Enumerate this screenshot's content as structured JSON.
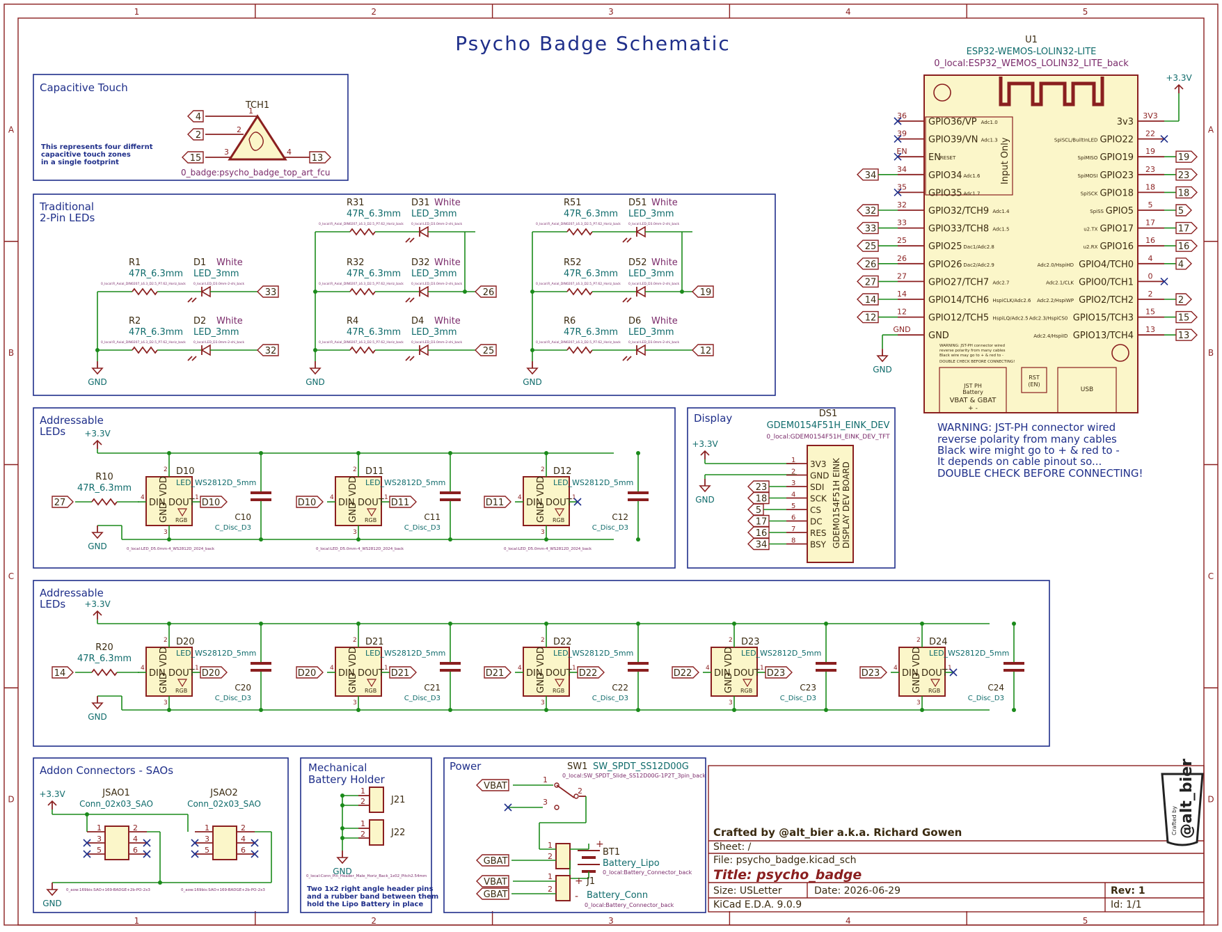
{
  "title": "Psycho Badge Schematic",
  "grid": {
    "cols": [
      "1",
      "2",
      "3",
      "4",
      "5"
    ],
    "rows": [
      "A",
      "B",
      "C",
      "D"
    ]
  },
  "colors": {
    "border": "#8a1f1f",
    "wire": "#1a8a1a",
    "section": "#1f2f8a",
    "ref": "#0f6b6b",
    "body": "#fbf6c9"
  },
  "touch": {
    "title": "Capacitive Touch",
    "ref": "TCH1",
    "note": [
      "This represents four differnt",
      "capacitive touch zones",
      "in a single footprint"
    ],
    "footprint": "0_badge:psycho_badge_top_art_fcu",
    "pins": [
      "1",
      "2",
      "3",
      "4"
    ],
    "nets": [
      "4",
      "2",
      "15",
      "13"
    ]
  },
  "leds2": {
    "title1": "Traditional",
    "title2": "2-Pin LEDs",
    "resistor_value": "47R_6.3mm",
    "led_value": "LED_3mm",
    "color": "White",
    "res_fp": "0_local:R_Axial_DIN0207_L6.3_D2.5_P7.62_Horiz_back",
    "led_fp": "0_local:LED_D3.0mm-2-shi_back",
    "gnd": "GND",
    "rows": [
      {
        "r": "R1",
        "d": "D1",
        "net": "33"
      },
      {
        "r": "R2",
        "d": "D2",
        "net": "32"
      },
      {
        "r": "R31",
        "d": "D31",
        "net": ""
      },
      {
        "r": "R32",
        "d": "D32",
        "net": "26"
      },
      {
        "r": "R4",
        "d": "D4",
        "net": "25"
      },
      {
        "r": "R51",
        "d": "D51",
        "net": ""
      },
      {
        "r": "R52",
        "d": "D52",
        "net": "19"
      },
      {
        "r": "R6",
        "d": "D6",
        "net": "12"
      }
    ]
  },
  "addr1": {
    "title1": "Addressable",
    "title2": "LEDs",
    "vcc": "+3.3V",
    "gnd": "GND",
    "res": {
      "ref": "R10",
      "value": "47R_6.3mm"
    },
    "in_net": "27",
    "leds": [
      {
        "ref": "D10",
        "out": "D10",
        "in": ""
      },
      {
        "ref": "D11",
        "out": "D11",
        "in": "D10"
      },
      {
        "ref": "D12",
        "out": "",
        "in": "D11"
      }
    ],
    "caps": [
      {
        "ref": "C10"
      },
      {
        "ref": "C11"
      },
      {
        "ref": "C12"
      }
    ],
    "led_value": "LED_WS2812D_5mm",
    "cap_value": "C_Disc_D3",
    "led_fp": "0_local:LED_D5.0mm-4_WS2812D_2024_back"
  },
  "addr2": {
    "title1": "Addressable",
    "title2": "LEDs",
    "vcc": "+3.3V",
    "gnd": "GND",
    "res": {
      "ref": "R20",
      "value": "47R_6.3mm"
    },
    "in_net": "14",
    "leds": [
      {
        "ref": "D20",
        "out": "D20",
        "in": ""
      },
      {
        "ref": "D21",
        "out": "D21",
        "in": "D20"
      },
      {
        "ref": "D22",
        "out": "D22",
        "in": "D21"
      },
      {
        "ref": "D23",
        "out": "D23",
        "in": "D22"
      },
      {
        "ref": "D24",
        "out": "",
        "in": "D23"
      }
    ],
    "caps": [
      {
        "ref": "C20"
      },
      {
        "ref": "C21"
      },
      {
        "ref": "C22"
      },
      {
        "ref": "C23"
      },
      {
        "ref": "C24"
      }
    ],
    "led_value": "LED_WS2812D_5mm",
    "cap_value": "C_Disc_D3"
  },
  "led_pins": {
    "din": "DIN",
    "dout": "DOUT",
    "vdd": "VDD",
    "gnd": "GND",
    "rgb": "RGB"
  },
  "display": {
    "title": "Display",
    "ref": "DS1",
    "value": "GDEM0154F51H_EINK_DEV",
    "fp": "0_local:GDEM0154F51H_EINK_DEV_TFT",
    "body1": "GDEM0154F51H EINK",
    "body2": "DISPLAY DEV BOARD",
    "vcc": "+3.3V",
    "gnd": "GND",
    "pins": [
      {
        "n": "1",
        "name": "3V3",
        "net": ""
      },
      {
        "n": "2",
        "name": "GND",
        "net": ""
      },
      {
        "n": "3",
        "name": "SDI",
        "net": "23"
      },
      {
        "n": "4",
        "name": "SCK",
        "net": "18"
      },
      {
        "n": "5",
        "name": "CS",
        "net": "5"
      },
      {
        "n": "6",
        "name": "DC",
        "net": "17"
      },
      {
        "n": "7",
        "name": "RES",
        "net": "16"
      },
      {
        "n": "8",
        "name": "BSY",
        "net": "34"
      }
    ]
  },
  "mcu": {
    "ref": "U1",
    "value": "ESP32-WEMOS-LOLIN32-LITE",
    "fp": "0_local:ESP32_WEMOS_LOLIN32_LITE_back",
    "vcc": "+3.3V",
    "input_only": "Input Only",
    "left": [
      {
        "pin": "36",
        "name": "GPIO36/VP",
        "alt": "Adc1.0",
        "net": ""
      },
      {
        "pin": "39",
        "name": "GPIO39/VN",
        "alt": "Adc1.3",
        "net": ""
      },
      {
        "pin": "EN",
        "name": "EN",
        "alt": "RESET",
        "net": ""
      },
      {
        "pin": "34",
        "name": "GPIO34",
        "alt": "Adc1.6",
        "net": "34"
      },
      {
        "pin": "35",
        "name": "GPIO35",
        "alt": "Adc1.7",
        "net": ""
      },
      {
        "pin": "32",
        "name": "GPIO32/TCH9",
        "alt": "Adc1.4",
        "net": "32"
      },
      {
        "pin": "33",
        "name": "GPIO33/TCH8",
        "alt": "Adc1.5",
        "net": "33"
      },
      {
        "pin": "25",
        "name": "GPIO25",
        "alt": "Dac1/Adc2.8",
        "net": "25"
      },
      {
        "pin": "26",
        "name": "GPIO26",
        "alt": "Dac2/Adc2.9",
        "net": "26"
      },
      {
        "pin": "27",
        "name": "GPIO27/TCH7",
        "alt": "Adc2.7",
        "net": "27"
      },
      {
        "pin": "14",
        "name": "GPIO14/TCH6",
        "alt": "HspiCLK/Adc2.6",
        "net": "14"
      },
      {
        "pin": "12",
        "name": "GPIO12/TCH5",
        "alt": "HspiLQ/Adc2.5",
        "net": "12"
      },
      {
        "pin": "GND",
        "name": "GND",
        "alt": "",
        "net": ""
      }
    ],
    "right": [
      {
        "pin": "3V3",
        "name": "3v3",
        "alt": "",
        "net": ""
      },
      {
        "pin": "22",
        "name": "GPIO22",
        "alt": "SpiSCL/BuiltInLED",
        "net": ""
      },
      {
        "pin": "19",
        "name": "GPIO19",
        "alt": "SpiMISO",
        "net": "19"
      },
      {
        "pin": "23",
        "name": "GPIO23",
        "alt": "SpiMOSI",
        "net": "23"
      },
      {
        "pin": "18",
        "name": "GPIO18",
        "alt": "SpiSCK",
        "net": "18"
      },
      {
        "pin": "5",
        "name": "GPIO5",
        "alt": "SpiSS",
        "net": "5"
      },
      {
        "pin": "17",
        "name": "GPIO17",
        "alt": "u2.TX",
        "net": "17"
      },
      {
        "pin": "16",
        "name": "GPIO16",
        "alt": "u2.RX",
        "net": "16"
      },
      {
        "pin": "4",
        "name": "GPIO4/TCH0",
        "alt": "Adc2.0/HspiHD",
        "net": "4"
      },
      {
        "pin": "0",
        "name": "GPIO0/TCH1",
        "alt": "Adc2.1/CLK",
        "net": ""
      },
      {
        "pin": "2",
        "name": "GPIO2/TCH2",
        "alt": "Adc2.2/HspiWP",
        "net": "2"
      },
      {
        "pin": "15",
        "name": "GPIO15/TCH3",
        "alt": "Adc2.3/HspiCS0",
        "net": "15"
      },
      {
        "pin": "13",
        "name": "GPIO13/TCH4",
        "alt": "Adc2.4/HspiID",
        "net": "13"
      }
    ],
    "gnd": "GND",
    "warn_small": [
      "WARNING: JST-PH connector wired",
      "reverse polarity from many cables",
      "Black wire may go to + & red to -",
      "DOUBLE CHECK BEFORE CONNECTING!"
    ],
    "jst": [
      "JST PH",
      "Battery",
      "VBAT & GBAT",
      "+        -"
    ],
    "rst": [
      "RST",
      "(EN)"
    ],
    "usb": "USB"
  },
  "warning": [
    "WARNING: JST-PH connector wired",
    "reverse polarity from many cables",
    "Black wire might go to + & red to -",
    "It depends on cable pinout so...",
    "DOUBLE CHECK BEFORE CONNECTING!"
  ],
  "sao": {
    "title": "Addon Connectors - SAOs",
    "vcc": "+3.3V",
    "gnd": "GND",
    "refs": [
      "JSAO1",
      "JSAO2"
    ],
    "value": "Conn_02x03_SAO",
    "fp": "0_aow:169bis:SAO+169-BADGE+2b-PO-2x3",
    "fp2": "0_aow:169bis:SAO+169-BADGE+2b-PO-2x3",
    "pins": [
      "1",
      "2",
      "3",
      "4",
      "5",
      "6"
    ]
  },
  "mech": {
    "title1": "Mechanical",
    "title2": "Battery Holder",
    "refs": [
      "J21",
      "J22"
    ],
    "gnd": "GND",
    "fp": "0_local:Conn_Pin_Header_Male_Horiz_Back_1x02_Pitch2.54mm",
    "note": [
      "Two 1x2 right angle header pins",
      "and a rubber band between them",
      "hold the Lipo Battery in place"
    ]
  },
  "power": {
    "title": "Power",
    "sw_ref": "SW1",
    "sw_value": "SW_SPDT_SS12D00G",
    "sw_fp": "0_local:SW_SPDT_Slide_SS12D00G-1P2T_3pin_back",
    "bt_ref": "BT1",
    "bt_value": "Battery_Lipo",
    "bt_fp": "0_local:Battery_Connector_back",
    "j_ref": "J1",
    "j_value": "Battery_Conn",
    "j_fp": "0_local:Battery_Connector_back",
    "vbat": "VBAT",
    "gbat": "GBAT"
  },
  "titleblock": {
    "crafted": "Crafted by @alt_bier a.k.a. Richard Gowen",
    "sheet": "Sheet: /",
    "file": "File: psycho_badge.kicad_sch",
    "title": "Title: psycho_badge",
    "size": "Size: USLetter",
    "date": "Date: 2026-06-29",
    "rev": "Rev: 1",
    "kicad": "KiCad E.D.A. 9.0.9",
    "id": "Id: 1/1",
    "logo_small": "Crafted by",
    "logo_big": "@alt_bier"
  }
}
